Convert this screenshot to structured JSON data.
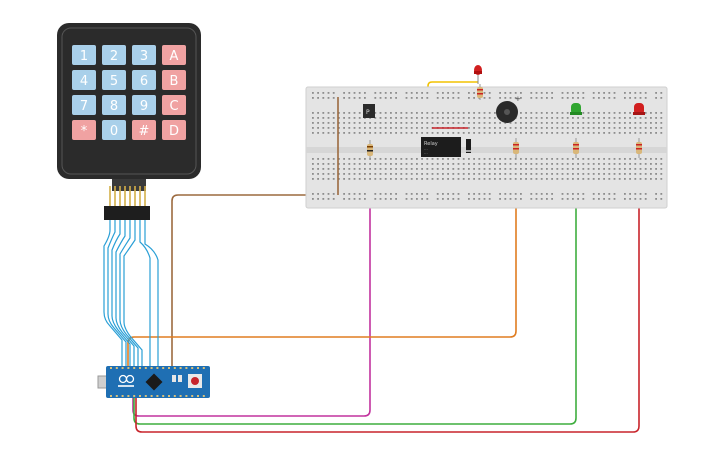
{
  "keypad": {
    "keys": [
      [
        "1",
        "2",
        "3",
        "A"
      ],
      [
        "4",
        "5",
        "6",
        "B"
      ],
      [
        "7",
        "8",
        "9",
        "C"
      ],
      [
        "*",
        "0",
        "#",
        "D"
      ]
    ],
    "colors": {
      "digit": "#a9d0ea",
      "letter": "#f0a2a2",
      "body": "#2b2b2b"
    }
  },
  "relay_label": {
    "line1": "Relay",
    "line2": "...",
    "line3": "..."
  },
  "wire_colors": {
    "brown": "#9c6a3f",
    "magenta": "#c2329e",
    "orange": "#e07d21",
    "green": "#3fae3f",
    "red": "#c8242b",
    "blue": "#2a9fd6",
    "yellow": "#f2c200"
  },
  "led_colors": {
    "red": "#d11f1f",
    "green": "#2fa52f"
  },
  "board_color": "#1f6fb3"
}
